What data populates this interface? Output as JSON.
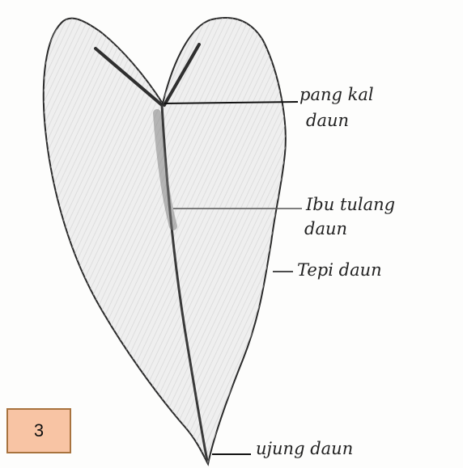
{
  "diagram": {
    "labels": {
      "pangkal": "pang kal",
      "pangkal_2": "daun",
      "ibu": "Ibu tulang",
      "ibu_2": "daun",
      "tepi": "Tepi daun",
      "ujung": "ujung daun"
    },
    "figure_number": "3"
  }
}
